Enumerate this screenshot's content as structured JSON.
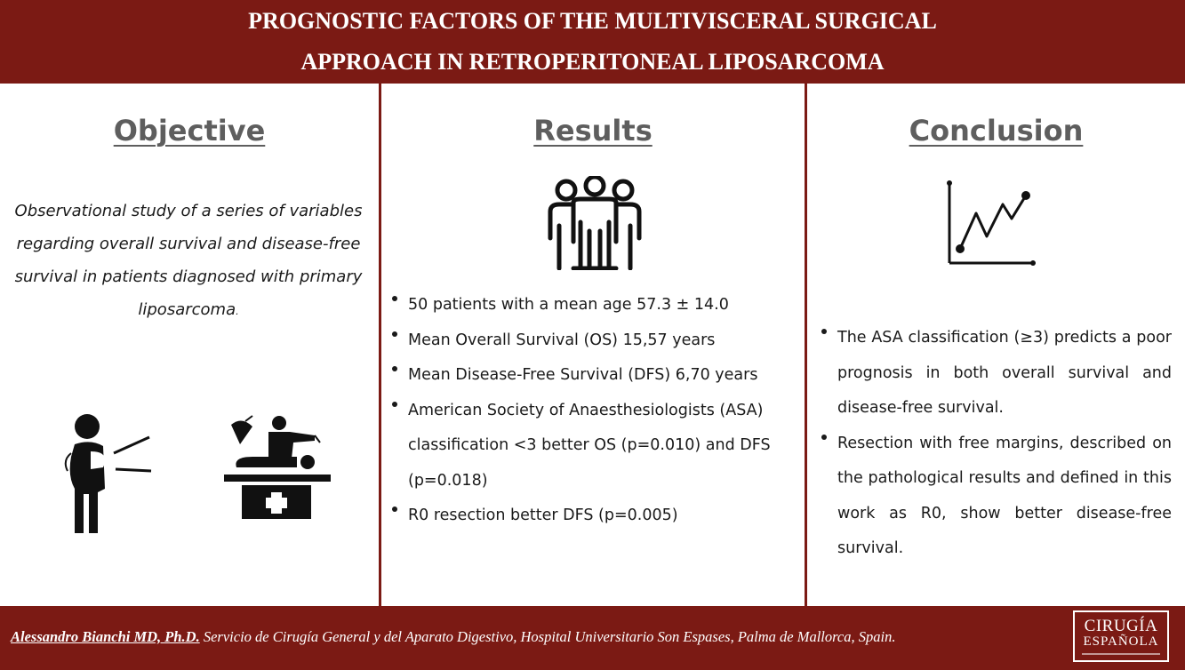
{
  "header": {
    "title_line1": "PROGNOSTIC FACTORS OF THE MULTIVISCERAL SURGICAL",
    "title_line2": "APPROACH IN RETROPERITONEAL LIPOSARCOMA"
  },
  "objective": {
    "title": "Objective",
    "text": "Observational study of a series of variables regarding overall survival and disease-free survival in patients diagnosed with primary liposarcoma",
    "text_tail": ".",
    "icons": [
      "patient-abdominal-pain-icon",
      "surgery-operating-table-icon"
    ]
  },
  "results": {
    "title": "Results",
    "icon": "patient-group-icon",
    "items": [
      "50 patients with a mean age 57.3 ± 14.0",
      "Mean Overall Survival (OS) 15,57 years",
      "Mean Disease-Free Survival (DFS) 6,70 years",
      "American Society of Anaesthesiologists (ASA) classification <3  better OS (p=0.010) and DFS (p=0.018)",
      "R0 resection better DFS (p=0.005)"
    ]
  },
  "conclusion": {
    "title": "Conclusion",
    "icon": "line-chart-icon",
    "items": [
      "The ASA classification (≥3) predicts a poor prognosis in both overall survival and disease-free survival.",
      "Resection with free margins, described on the pathological results and defined in this work as R0, show better disease-free survival."
    ]
  },
  "footer": {
    "author": "Alessandro Bianchi MD, Ph.D.",
    "affiliation": " Servicio de Cirugía General y del Aparato Digestivo, Hospital Universitario Son Espases, Palma de Mallorca, Spain.",
    "logo_line1": "CIRUGÍA",
    "logo_line2": "ESPAÑOLA"
  },
  "colors": {
    "brand": "#7b1a14",
    "title_gray": "#5e5e5e",
    "text": "#1a1a1a"
  }
}
